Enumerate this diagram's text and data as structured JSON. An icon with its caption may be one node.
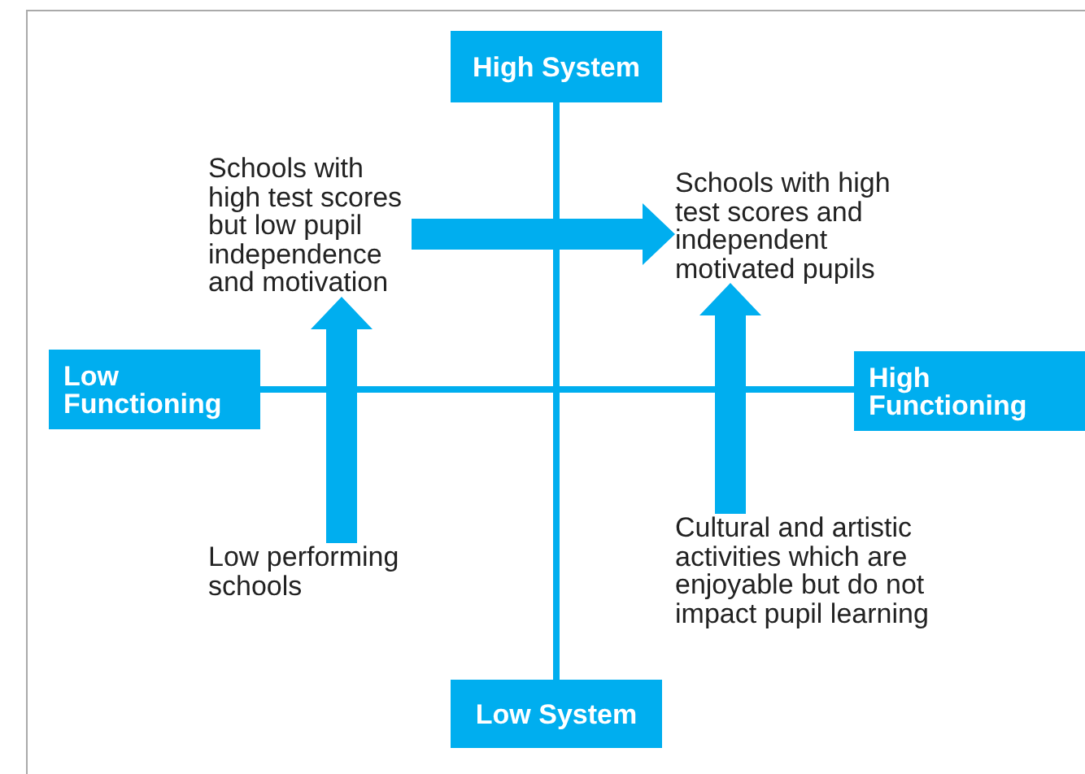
{
  "diagram": {
    "nodes": [
      {
        "text": [
          "High System"
        ]
      },
      {
        "text": [
          "Low Functioning"
        ]
      },
      {
        "text": [
          "High Functioning"
        ]
      },
      {
        "text": [
          "Low System"
        ]
      },
      {
        "text": [
          "Schools with high test scores but low pupil independence and motivation"
        ]
      },
      {
        "text": [
          "Schools with high test scores and independent motivated pupils"
        ]
      },
      {
        "text": [
          "Low performing schools"
        ]
      },
      {
        "text": [
          "Cultural and artistic activities which are enjoyable but do not impact pupil learning"
        ]
      }
    ],
    "edges": [
      {
        "from": 0,
        "to": 3,
        "arrow": "none"
      },
      {
        "from": 1,
        "to": 2,
        "arrow": "none"
      },
      {
        "from": 6,
        "to": 4,
        "arrow": "to",
        "style": "thick"
      },
      {
        "from": 7,
        "to": 5,
        "arrow": "to",
        "style": "thick"
      },
      {
        "from": 4,
        "to": 5,
        "arrow": "to",
        "style": "thick"
      }
    ]
  }
}
